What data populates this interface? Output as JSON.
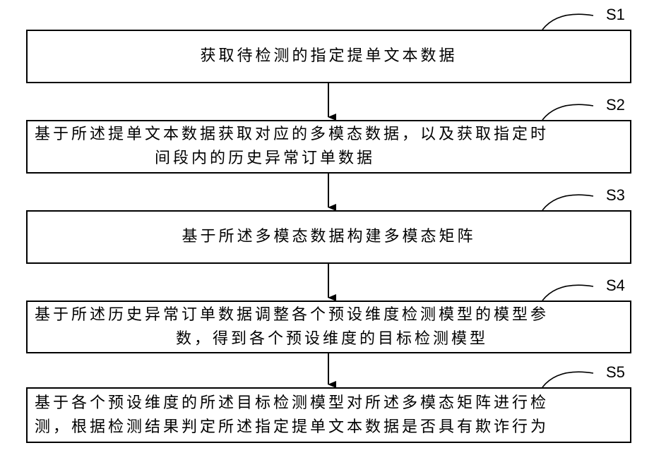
{
  "steps": [
    {
      "label": "S1",
      "lines": [
        "获取待检测的指定提单文本数据"
      ]
    },
    {
      "label": "S2",
      "lines": [
        "基于所述提单文本数据获取对应的多模态数据，以及获取指定时",
        "间段内的历史异常订单数据"
      ]
    },
    {
      "label": "S3",
      "lines": [
        "基于所述多模态数据构建多模态矩阵"
      ]
    },
    {
      "label": "S4",
      "lines": [
        "基于所述历史异常订单数据调整各个预设维度检测模型的模型参",
        "数，得到各个预设维度的目标检测模型"
      ]
    },
    {
      "label": "S5",
      "lines": [
        "基于各个预设维度的所述目标检测模型对所述多模态矩阵进行检",
        "测，根据检测结果判定所述指定提单文本数据是否具有欺诈行为"
      ]
    }
  ]
}
